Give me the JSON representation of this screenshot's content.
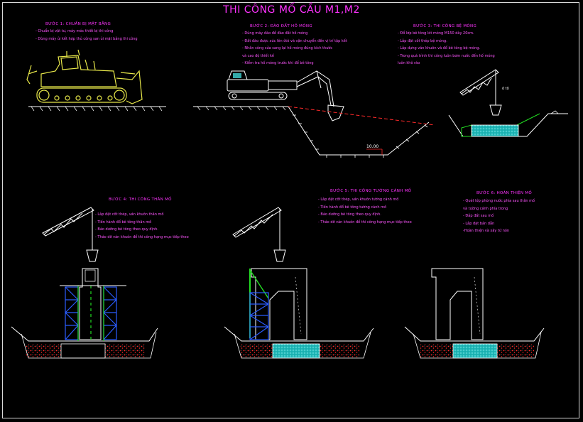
{
  "title": "THI CÔNG MỐ CẦU M1,M2",
  "colors": {
    "background": "#000000",
    "text_magenta": "#ff33ff",
    "machine_yellow": "#e8e84a",
    "scaffold_blue": "#2b5cff",
    "scaffold_green": "#22dd22",
    "concrete_cyan": "#33dddd",
    "soil_red": "#ff2a2a",
    "line_white": "#ffffff"
  },
  "steps": [
    {
      "title": "BƯỚC 1: CHUẨN BỊ MẶT BẰNG",
      "lines": [
        "- Chuẩn bị vật tư, máy móc thiết bị thi công",
        "- Dùng máy ủi kết hợp thủ công san ủi mặt bằng thi công"
      ]
    },
    {
      "title": "BƯỚC 2: ĐÀO ĐẤT HỐ MÓNG",
      "lines": [
        "- Dùng máy đào để đào đất hố móng",
        "- Đất đào được xúc lên ôtô và vận chuyển đến vị trí tập kết",
        "- Nhân công sửa sang lại hố móng đúng kích thước",
        "  và cao độ thiết kế",
        "- Kiểm tra hố móng trước khi đổ bê tông"
      ],
      "depth_label": "10.00"
    },
    {
      "title": "BƯỚC 3: THI CÔNG BỆ MÓNG",
      "lines": [
        "- Đổ lớp bê tông lót móng M150 dày 20cm.",
        "- Lắp đặt cốt thép bệ móng.",
        "- Lắp dựng ván khuôn và đổ bê tông bệ móng.",
        "- Trong quá trình thi công luôn bơm nước đến hố móng",
        "  luôn khô ráo"
      ],
      "crane_label": "ô tô"
    },
    {
      "title": "BƯỚC 4: THI CÔNG THÂN MỐ",
      "lines": [
        "- Lắp đặt cốt thép, ván khuôn thân mố",
        "- Tiến hành đổ bê tông thân mố",
        "- Bảo dưỡng bê tông theo quy định.",
        "- Tháo dỡ ván khuôn để thi công hạng mục tiếp theo"
      ]
    },
    {
      "title": "BƯỚC 5: THI CÔNG TƯỜNG CÁNH MỐ",
      "lines": [
        "- Lắp đặt cốt thép, ván khuôn tường cánh mố",
        "- Tiến hành đổ bê tông tường cánh mố",
        "- Bảo dưỡng bê tông theo quy định.",
        "- Tháo dỡ ván khuôn để thi công hạng mục tiếp theo"
      ]
    },
    {
      "title": "BƯỚC 6: HOÀN THIỆN MỐ",
      "lines": [
        "- Quét lớp phòng nước phía sau thân mố",
        "  và tường cánh phía trong",
        "- Đắp đất sau mố",
        "- Lắp đặt bản dẫn",
        "-Hoàn thiện và xây tứ nón"
      ]
    }
  ]
}
